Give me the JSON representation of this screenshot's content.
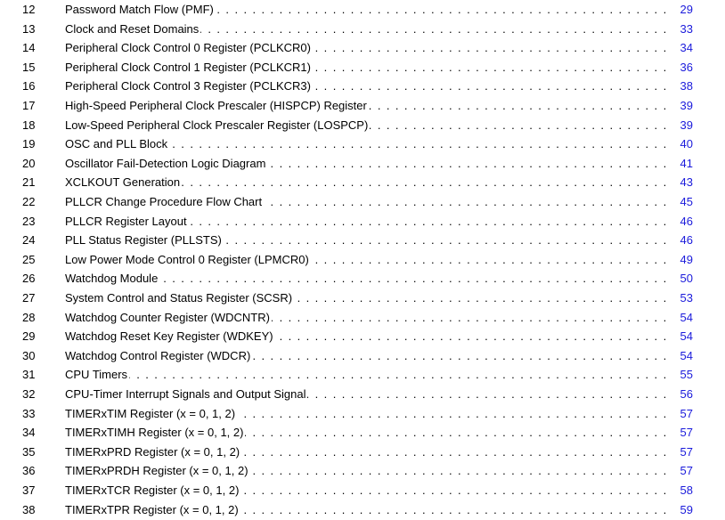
{
  "entries": [
    {
      "num": "12",
      "title": "Password Match Flow (PMF)",
      "page": "29"
    },
    {
      "num": "13",
      "title": "Clock and Reset Domains",
      "page": "33"
    },
    {
      "num": "14",
      "title": "Peripheral Clock Control 0 Register (PCLKCR0)",
      "page": "34"
    },
    {
      "num": "15",
      "title": "Peripheral Clock Control 1 Register (PCLKCR1)",
      "page": "36"
    },
    {
      "num": "16",
      "title": "Peripheral Clock Control 3 Register (PCLKCR3)",
      "page": "38"
    },
    {
      "num": "17",
      "title": "High-Speed Peripheral Clock Prescaler (HISPCP) Register",
      "page": "39"
    },
    {
      "num": "18",
      "title": "Low-Speed Peripheral Clock Prescaler Register (LOSPCP)",
      "page": "39"
    },
    {
      "num": "19",
      "title": "OSC and PLL Block",
      "page": "40"
    },
    {
      "num": "20",
      "title": "Oscillator Fail-Detection Logic Diagram",
      "page": "41"
    },
    {
      "num": "21",
      "title": "XCLKOUT Generation",
      "page": "43"
    },
    {
      "num": "22",
      "title": "PLLCR Change Procedure Flow Chart",
      "page": "45"
    },
    {
      "num": "23",
      "title": "PLLCR Register Layout",
      "page": "46"
    },
    {
      "num": "24",
      "title": "PLL Status Register (PLLSTS)",
      "page": "46"
    },
    {
      "num": "25",
      "title": "Low Power Mode Control 0 Register (LPMCR0)",
      "page": "49"
    },
    {
      "num": "26",
      "title": "Watchdog Module",
      "page": "50"
    },
    {
      "num": "27",
      "title": "System Control and Status Register (SCSR)",
      "page": "53"
    },
    {
      "num": "28",
      "title": "Watchdog Counter Register (WDCNTR)",
      "page": "54"
    },
    {
      "num": "29",
      "title": "Watchdog Reset Key Register (WDKEY)",
      "page": "54"
    },
    {
      "num": "30",
      "title": "Watchdog Control Register (WDCR)",
      "page": "54"
    },
    {
      "num": "31",
      "title": "CPU Timers",
      "page": "55"
    },
    {
      "num": "32",
      "title": "CPU-Timer Interrupt Signals and Output Signal",
      "page": "56"
    },
    {
      "num": "33",
      "title": "TIMERxTIM Register (x = 0, 1, 2)",
      "page": "57"
    },
    {
      "num": "34",
      "title": "TIMERxTIMH Register (x = 0, 1, 2)",
      "page": "57"
    },
    {
      "num": "35",
      "title": "TIMERxPRD Register (x = 0, 1, 2)",
      "page": "57"
    },
    {
      "num": "36",
      "title": "TIMERxPRDH Register (x = 0, 1, 2)",
      "page": "57"
    },
    {
      "num": "37",
      "title": "TIMERxTCR Register (x = 0, 1, 2)",
      "page": "58"
    },
    {
      "num": "38",
      "title": "TIMERxTPR Register (x = 0, 1, 2)",
      "page": "59"
    }
  ],
  "colors": {
    "page_link": "#1a1adb",
    "text": "#000000"
  }
}
